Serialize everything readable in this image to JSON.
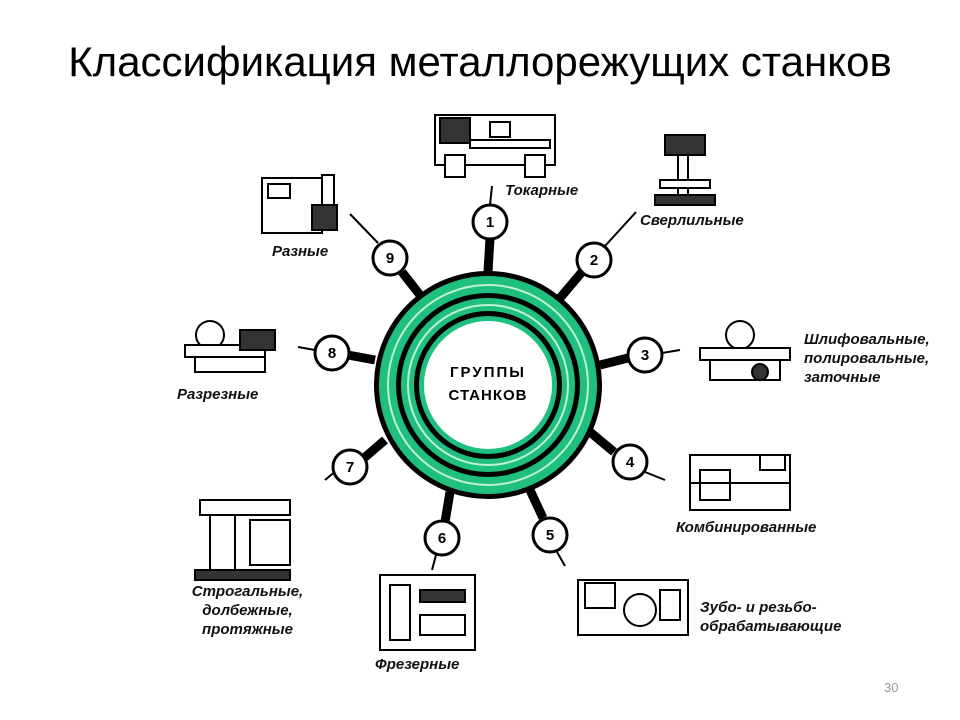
{
  "title": "Классификация металлорежущих станков",
  "center": {
    "line1": "ГРУППЫ",
    "line2": "СТАНКОВ"
  },
  "groups": [
    {
      "num": "1",
      "label": "Токарные"
    },
    {
      "num": "2",
      "label": "Сверлильные"
    },
    {
      "num": "3",
      "label": "Шлифовальные, полировальные, заточные"
    },
    {
      "num": "4",
      "label": "Комбинированные"
    },
    {
      "num": "5",
      "label": "Зубо- и резьбо- обрабатывающие"
    },
    {
      "num": "6",
      "label": "Фрезерные"
    },
    {
      "num": "7",
      "label": "Строгальные, долбежные, протяжные"
    },
    {
      "num": "8",
      "label": "Разрезные"
    },
    {
      "num": "9",
      "label": "Разные"
    }
  ],
  "page_number": "30",
  "colors": {
    "ring": "#1fbf7f",
    "ink": "#000000"
  }
}
